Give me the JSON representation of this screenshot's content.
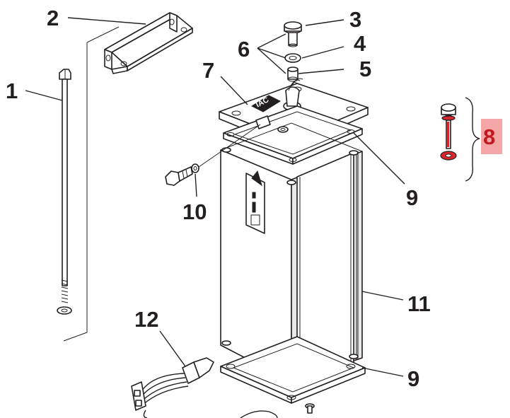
{
  "callouts": {
    "c1": "1",
    "c2": "2",
    "c3": "3",
    "c4": "4",
    "c5": "5",
    "c6": "6",
    "c7": "7",
    "c8": "8",
    "c9_top": "9",
    "c9_bottom": "9",
    "c10": "10",
    "c11": "11",
    "c12": "12"
  },
  "highlighted_callout": "8",
  "colors": {
    "line": "#231f20",
    "highlight_box": "#f4a6a6",
    "highlight_text": "#c0191f",
    "highlight_part": "#d9262c"
  }
}
